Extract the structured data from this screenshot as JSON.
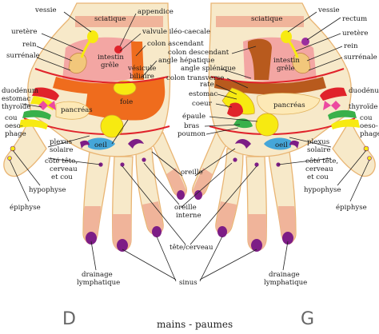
{
  "caption": "mains - paumes",
  "hand_left_letter": "D",
  "hand_right_letter": "G",
  "colors": {
    "skin": "#f7e9c9",
    "skin_edge": "#e9b574",
    "finger_pink": "#f0b49a",
    "nail": "#7d1d86",
    "orange": "#ef6c1d",
    "red_line": "#e0232b",
    "yellow": "#f7ea11",
    "green": "#39b04a",
    "blue": "#45a6d9",
    "brown": "#b85a1d"
  },
  "labels": {
    "vessie_l": "vessie",
    "sciatique_l": "sciatique",
    "appendice": "appendice",
    "uretere_l": "uretère",
    "valvule": "valvule iléo-caecale",
    "rein_l": "rein",
    "colon_ascendant": "colon ascendant",
    "surrenale_l": "surrénale",
    "intestin_grele_l_1": "intestin",
    "intestin_grele_l_2": "grêle",
    "angle_hepatique": "angle hépatique",
    "vesicule_1": "vésicule",
    "vesicule_2": "biliaire",
    "duodenum_l": "duodénum",
    "estomac_l": "estomac",
    "thyroide_l": "thyroïde",
    "pancreas_l": "pancréas",
    "foie": "foie",
    "cou_oesophage_l_1": "cou",
    "cou_oesophage_l_2": "oeso-",
    "cou_oesophage_l_3": "phage",
    "oeil_l": "oeil",
    "plexus_l_1": "plexus",
    "plexus_l_2": "solaire",
    "cote_tete_l_1": "côté tête,",
    "cote_tete_l_2": "cerveau",
    "cote_tete_l_3": "et cou",
    "hypophyse_l": "hypophyse",
    "epiphyse_l": "épiphyse",
    "drainage_l_1": "drainage",
    "drainage_l_2": "lymphatique",
    "vessie_r": "vessie",
    "sciatique_r": "sciatique",
    "rectum": "rectum",
    "uretere_r": "uretère",
    "rein_r": "rein",
    "surrenale_r": "surrénale",
    "intestin_grele_r_1": "intestin",
    "intestin_grele_r_2": "grêle",
    "colon_descendant": "colon descendant",
    "angle_splenique": "angle splénique",
    "colon_transverse": "colon transverse",
    "rate": "rate",
    "estomac_r": "estomac",
    "duodenum_r": "duodénum",
    "thyroide_r": "thyroïde",
    "pancreas_r": "pancréas",
    "coeur": "coeur",
    "cou_oesophage_r_1": "cou",
    "cou_oesophage_r_2": "oeso-",
    "cou_oesophage_r_3": "phage",
    "epaule": "épaule",
    "bras": "bras",
    "poumon": "poumon",
    "oeil_r": "oeil",
    "plexus_r_1": "plexus",
    "plexus_r_2": "solaire",
    "cote_tete_r_1": "côté tête,",
    "cote_tete_r_2": "cerveau",
    "cote_tete_r_3": "et cou",
    "hypophyse_r": "hypophyse",
    "epiphyse_r": "épiphyse",
    "oreille": "oreille",
    "oreille_interne_1": "oreille",
    "oreille_interne_2": "interne",
    "tete_cerveau": "tête/cerveau",
    "sinus": "sinus",
    "drainage_r_1": "drainage",
    "drainage_r_2": "lymphatique"
  }
}
